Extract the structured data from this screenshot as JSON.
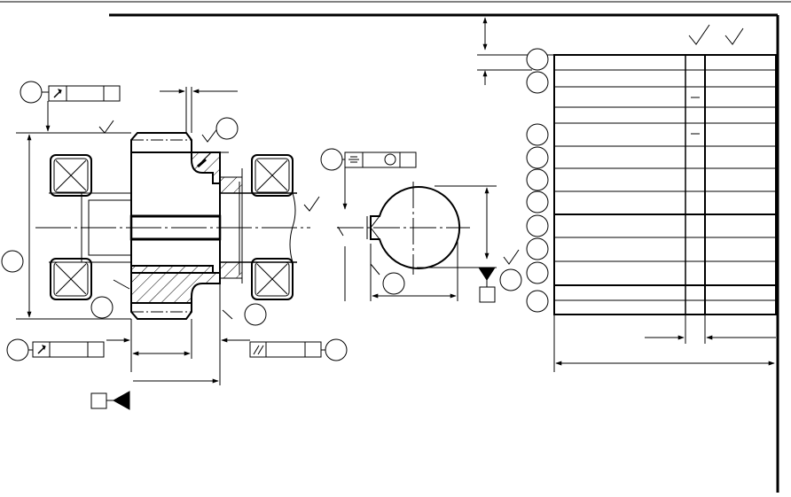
{
  "drawing": {
    "kind": "engineering-drawing",
    "callout_numbers": [],
    "table": {
      "rows": 12,
      "columns": 3
    },
    "symbols": {
      "roughness": "surface-roughness-check",
      "circular_runout": "circular-runout",
      "symmetry": "symmetry",
      "parallelism": "parallelism",
      "datum": "datum-triangle"
    }
  }
}
